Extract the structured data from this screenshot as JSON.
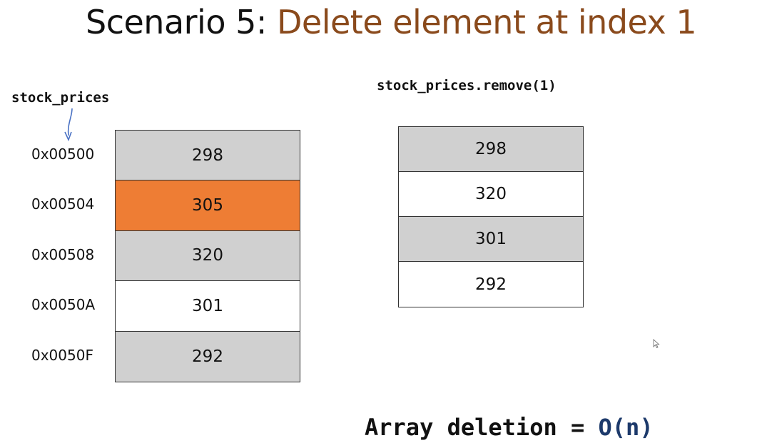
{
  "title": {
    "prefix": "Scenario 5: ",
    "highlight": "Delete element at index 1"
  },
  "variable_label": "stock_prices",
  "call_label": "stock_prices.remove(1)",
  "before_array": {
    "cells": [
      {
        "address": "0x00500",
        "value": "298",
        "fill": "gray"
      },
      {
        "address": "0x00504",
        "value": "305",
        "fill": "orange"
      },
      {
        "address": "0x00508",
        "value": "320",
        "fill": "gray"
      },
      {
        "address": "0x0050A",
        "value": "301",
        "fill": "white"
      },
      {
        "address": "0x0050F",
        "value": "292",
        "fill": "gray"
      }
    ]
  },
  "after_array": {
    "cells": [
      {
        "value": "298",
        "fill": "gray"
      },
      {
        "value": "320",
        "fill": "white"
      },
      {
        "value": "301",
        "fill": "gray"
      },
      {
        "value": "292",
        "fill": "white"
      }
    ]
  },
  "footer": {
    "prefix": "Array deletion = ",
    "complexity": "O(n)"
  },
  "colors": {
    "highlight_text": "#8a4a1c",
    "deleted_cell": "#ee7d34",
    "gray_cell": "#d0d0d0",
    "complexity_text": "#1d3a6b",
    "arrow": "#4a72c4"
  }
}
